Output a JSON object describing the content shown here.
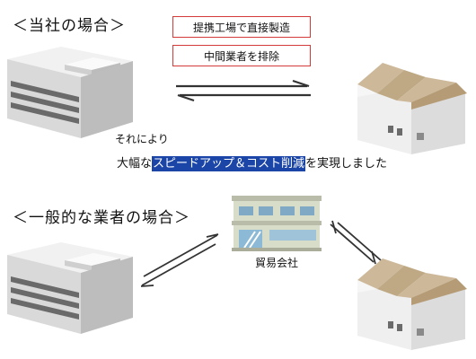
{
  "section1": {
    "title": "＜当社の場合＞",
    "box1": "提携工場で直接製造",
    "box2": "中間業者を排除",
    "caption_line1": "それにより",
    "caption_before": "大幅な",
    "caption_highlight": "スピードアップ＆コスト削減",
    "caption_after": "を実現しました"
  },
  "section2": {
    "title": "＜一般的な業者の場合＞",
    "trading_company_label": "貿易会社"
  },
  "colors": {
    "box_border": "#d33a3a",
    "highlight_bg": "#1b46a8",
    "highlight_text": "#ffffff",
    "factory_roof": "#cdb99a"
  }
}
